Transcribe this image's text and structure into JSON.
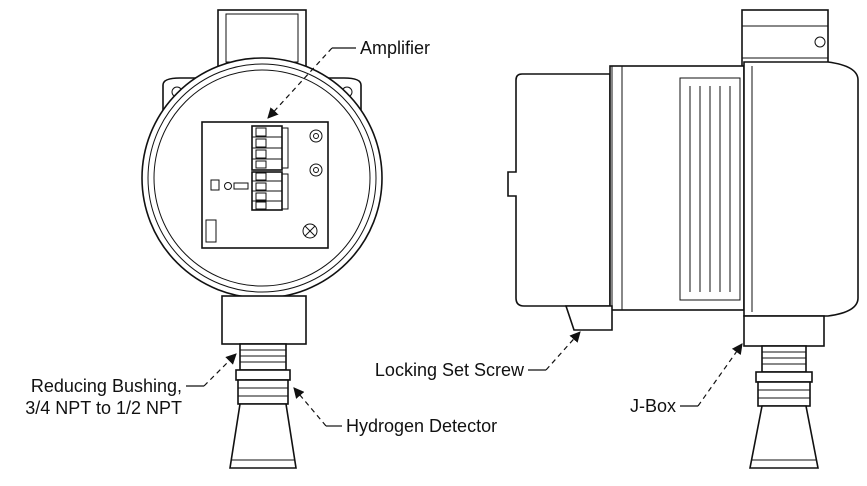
{
  "labels": {
    "amplifier": "Amplifier",
    "reducing_bushing_line1": "Reducing Bushing,",
    "reducing_bushing_line2": "3/4 NPT to 1/2 NPT",
    "hydrogen_detector": "Hydrogen Detector",
    "locking_set_screw": "Locking Set Screw",
    "j_box": "J-Box"
  }
}
